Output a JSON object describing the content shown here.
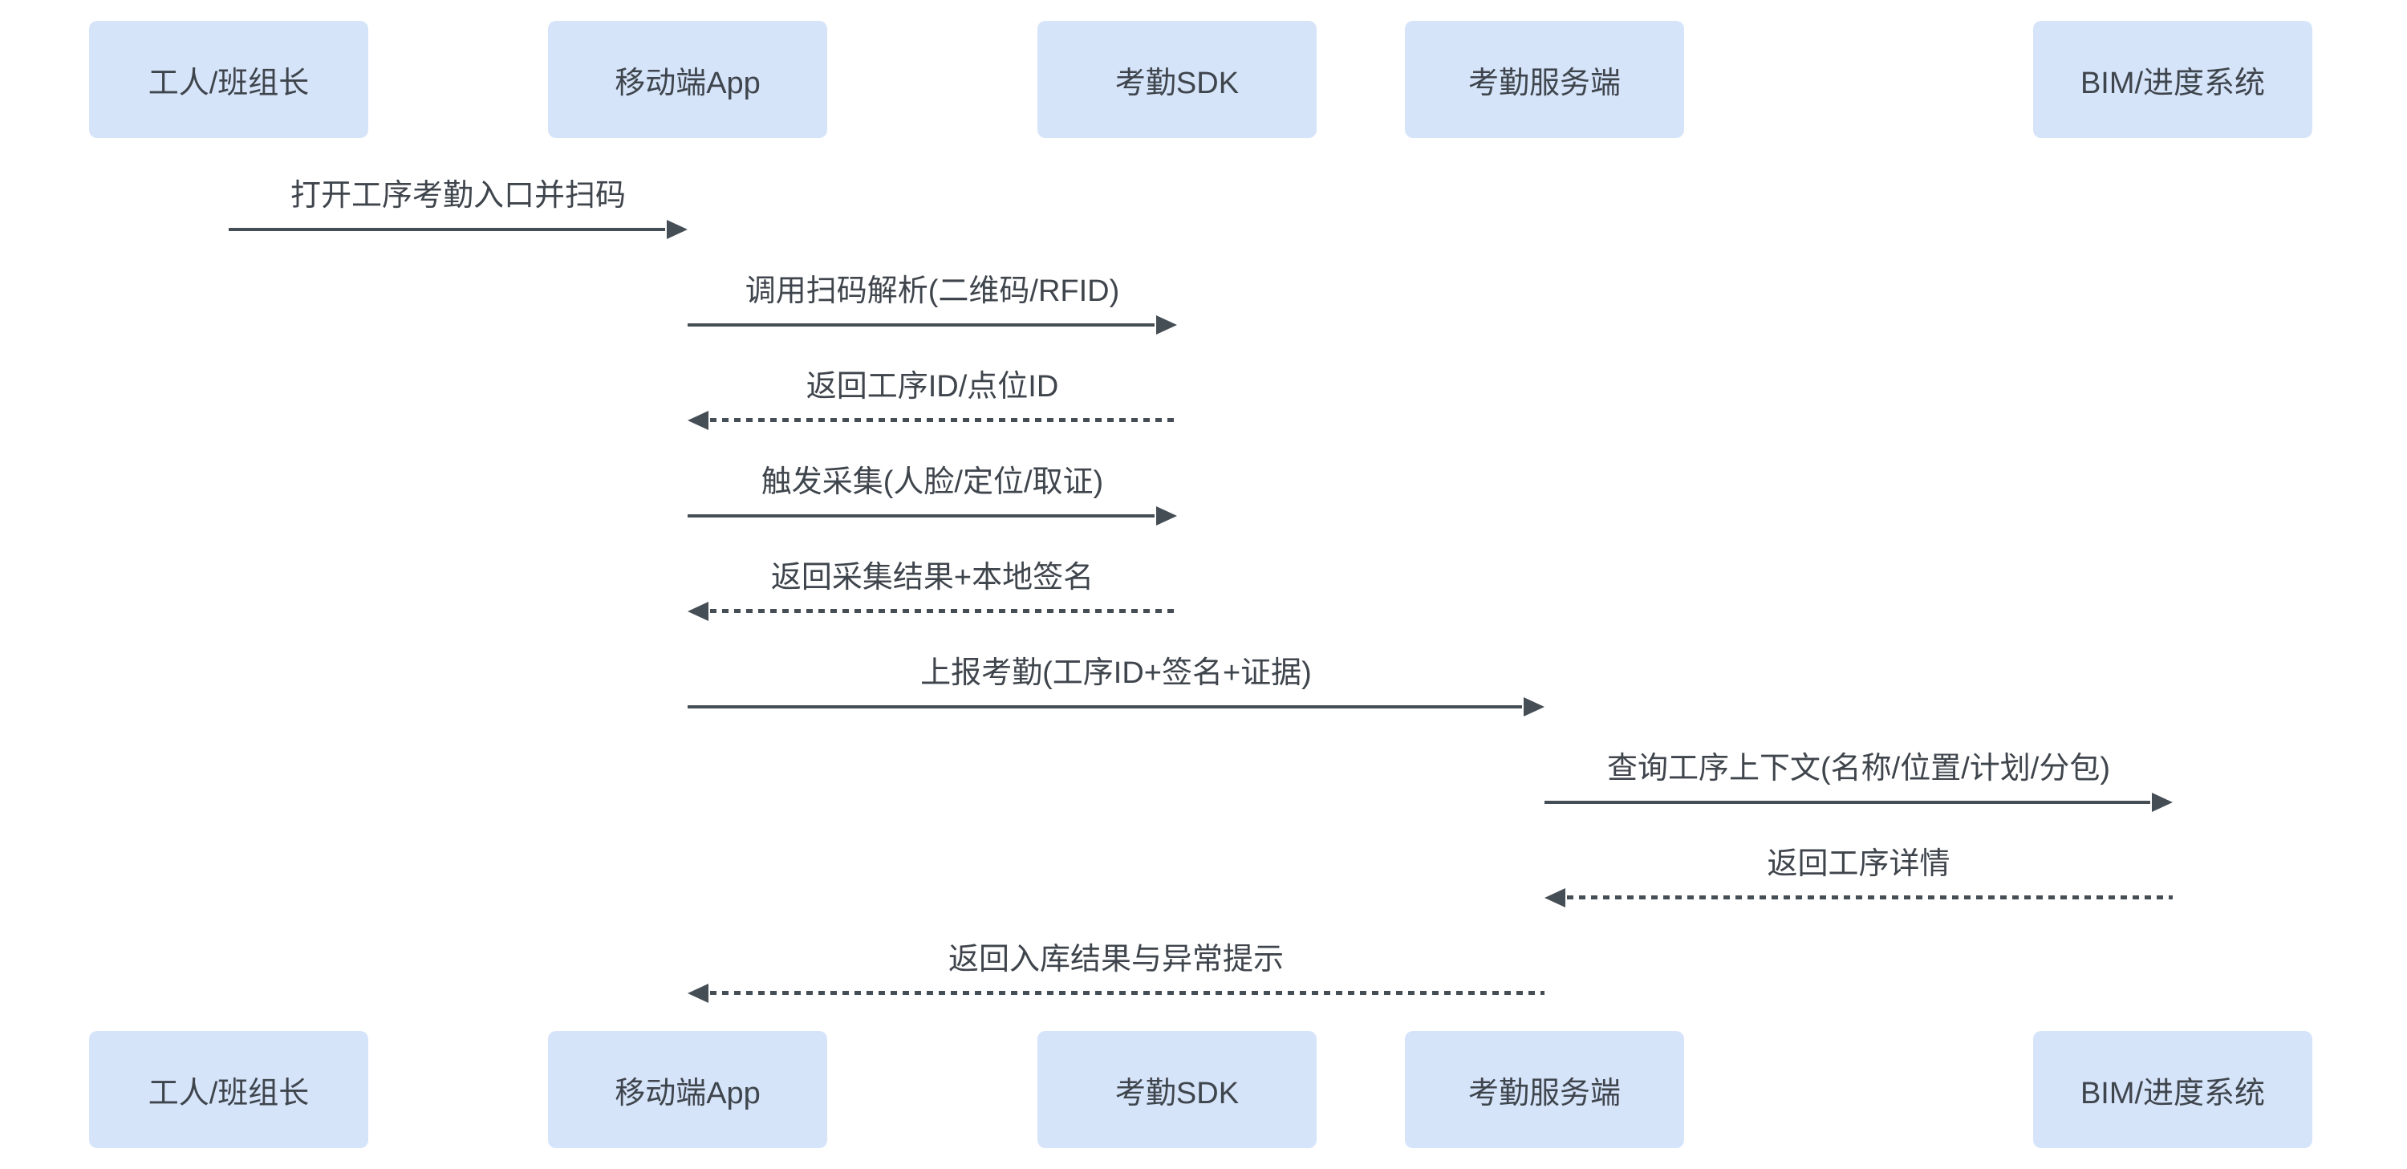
{
  "diagram": {
    "type": "sequence",
    "background_color": "#ffffff",
    "actor_fill_color": "#d6e4fa",
    "text_color": "#3f454c",
    "arrow_color": "#454d55",
    "actors": [
      {
        "id": "worker",
        "label": "工人/班组长"
      },
      {
        "id": "app",
        "label": "移动端App"
      },
      {
        "id": "sdk",
        "label": "考勤SDK"
      },
      {
        "id": "server",
        "label": "考勤服务端"
      },
      {
        "id": "bim",
        "label": "BIM/进度系统"
      }
    ],
    "messages": [
      {
        "from": "worker",
        "to": "app",
        "style": "solid",
        "label": "打开工序考勤入口并扫码"
      },
      {
        "from": "app",
        "to": "sdk",
        "style": "solid",
        "label": "调用扫码解析(二维码/RFID)"
      },
      {
        "from": "sdk",
        "to": "app",
        "style": "dashed",
        "label": "返回工序ID/点位ID"
      },
      {
        "from": "app",
        "to": "sdk",
        "style": "solid",
        "label": "触发采集(人脸/定位/取证)"
      },
      {
        "from": "sdk",
        "to": "app",
        "style": "dashed",
        "label": "返回采集结果+本地签名"
      },
      {
        "from": "app",
        "to": "server",
        "style": "solid",
        "label": "上报考勤(工序ID+签名+证据)"
      },
      {
        "from": "server",
        "to": "bim",
        "style": "solid",
        "label": "查询工序上下文(名称/位置/计划/分包)"
      },
      {
        "from": "bim",
        "to": "server",
        "style": "dashed",
        "label": "返回工序详情"
      },
      {
        "from": "server",
        "to": "app",
        "style": "dashed",
        "label": "返回入库结果与异常提示"
      }
    ]
  }
}
